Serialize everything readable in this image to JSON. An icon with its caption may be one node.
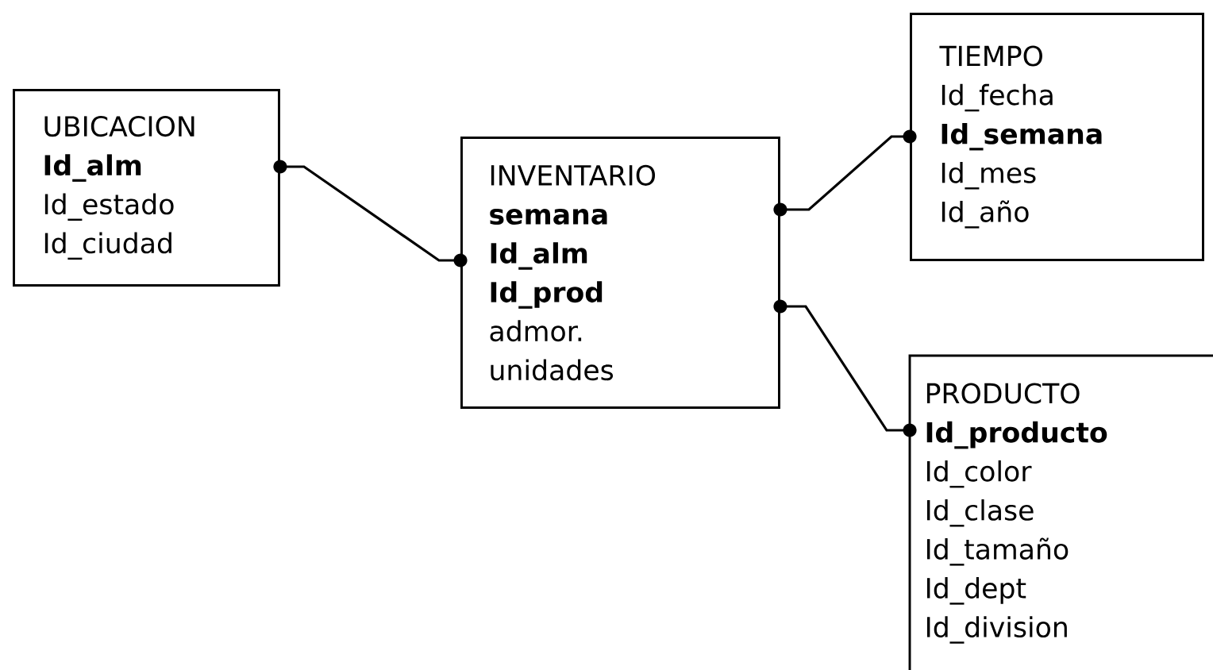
{
  "diagram": {
    "nodes": [
      {
        "text": [
          "UBICACION",
          "**Id_alm**",
          "Id_estado",
          "Id_ciudad"
        ]
      },
      {
        "text": [
          "INVENTARIO",
          "**semana**",
          "**Id_alm**",
          "**Id_prod**",
          "admor.",
          "unidades"
        ]
      },
      {
        "text": [
          "TIEMPO",
          "Id_fecha",
          "**Id_semana**",
          "Id_mes",
          "Id_año"
        ]
      },
      {
        "text": [
          "PRODUCTO",
          "**Id_producto**",
          "Id_color",
          "Id_clase",
          "Id_tamaño",
          "Id_dept",
          "Id_division"
        ]
      }
    ],
    "edges": [
      {
        "from": 0,
        "to": 1,
        "arrow": "other"
      },
      {
        "from": 1,
        "to": 2,
        "arrow": "other"
      },
      {
        "from": 1,
        "to": 3,
        "arrow": "other"
      }
    ]
  }
}
